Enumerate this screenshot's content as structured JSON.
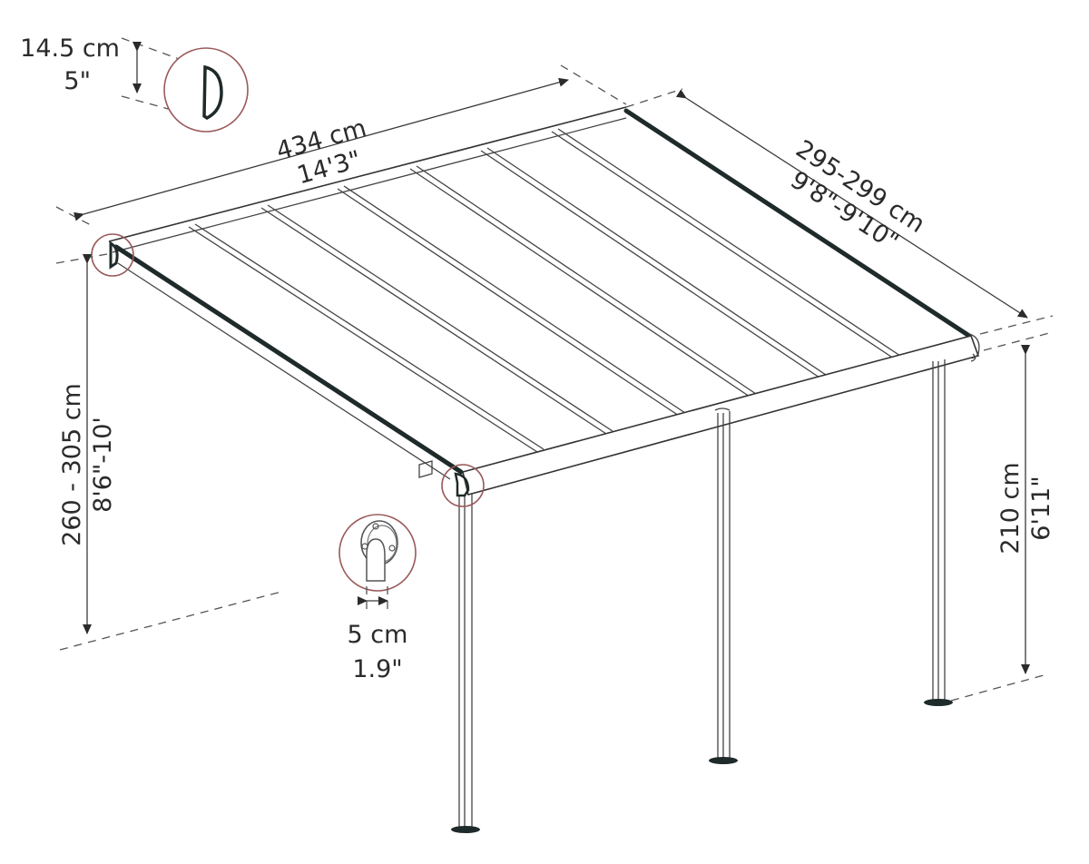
{
  "diagram": {
    "subject": "Patio cover / pergola dimension drawing",
    "colors": {
      "line": "#333333",
      "frame_dark": "#1f2a2a",
      "callout_ring": "#9a5a5a",
      "background": "#ffffff"
    },
    "dimensions": {
      "width": {
        "metric": "434 cm",
        "imperial": "14'3\""
      },
      "depth": {
        "metric": "295-299 cm",
        "imperial": "9'8\"-9'10\""
      },
      "wall_height": {
        "metric": "260 - 305 cm",
        "imperial": "8'6\"-10'"
      },
      "post_height": {
        "metric": "210 cm",
        "imperial": "6'11\""
      },
      "gutter_height": {
        "metric": "14.5 cm",
        "imperial": "5\""
      },
      "post_width": {
        "metric": "5 cm",
        "imperial": "1.9\""
      }
    },
    "callouts": [
      {
        "name": "gutter-profile-detail",
        "shape": "D-profile"
      },
      {
        "name": "post-bracket-detail",
        "shape": "post with round bracket"
      },
      {
        "name": "wall-corner-detail",
        "shape": "corner joint"
      },
      {
        "name": "front-corner-detail",
        "shape": "corner joint"
      }
    ],
    "roof_panels": 7,
    "posts": 3
  }
}
